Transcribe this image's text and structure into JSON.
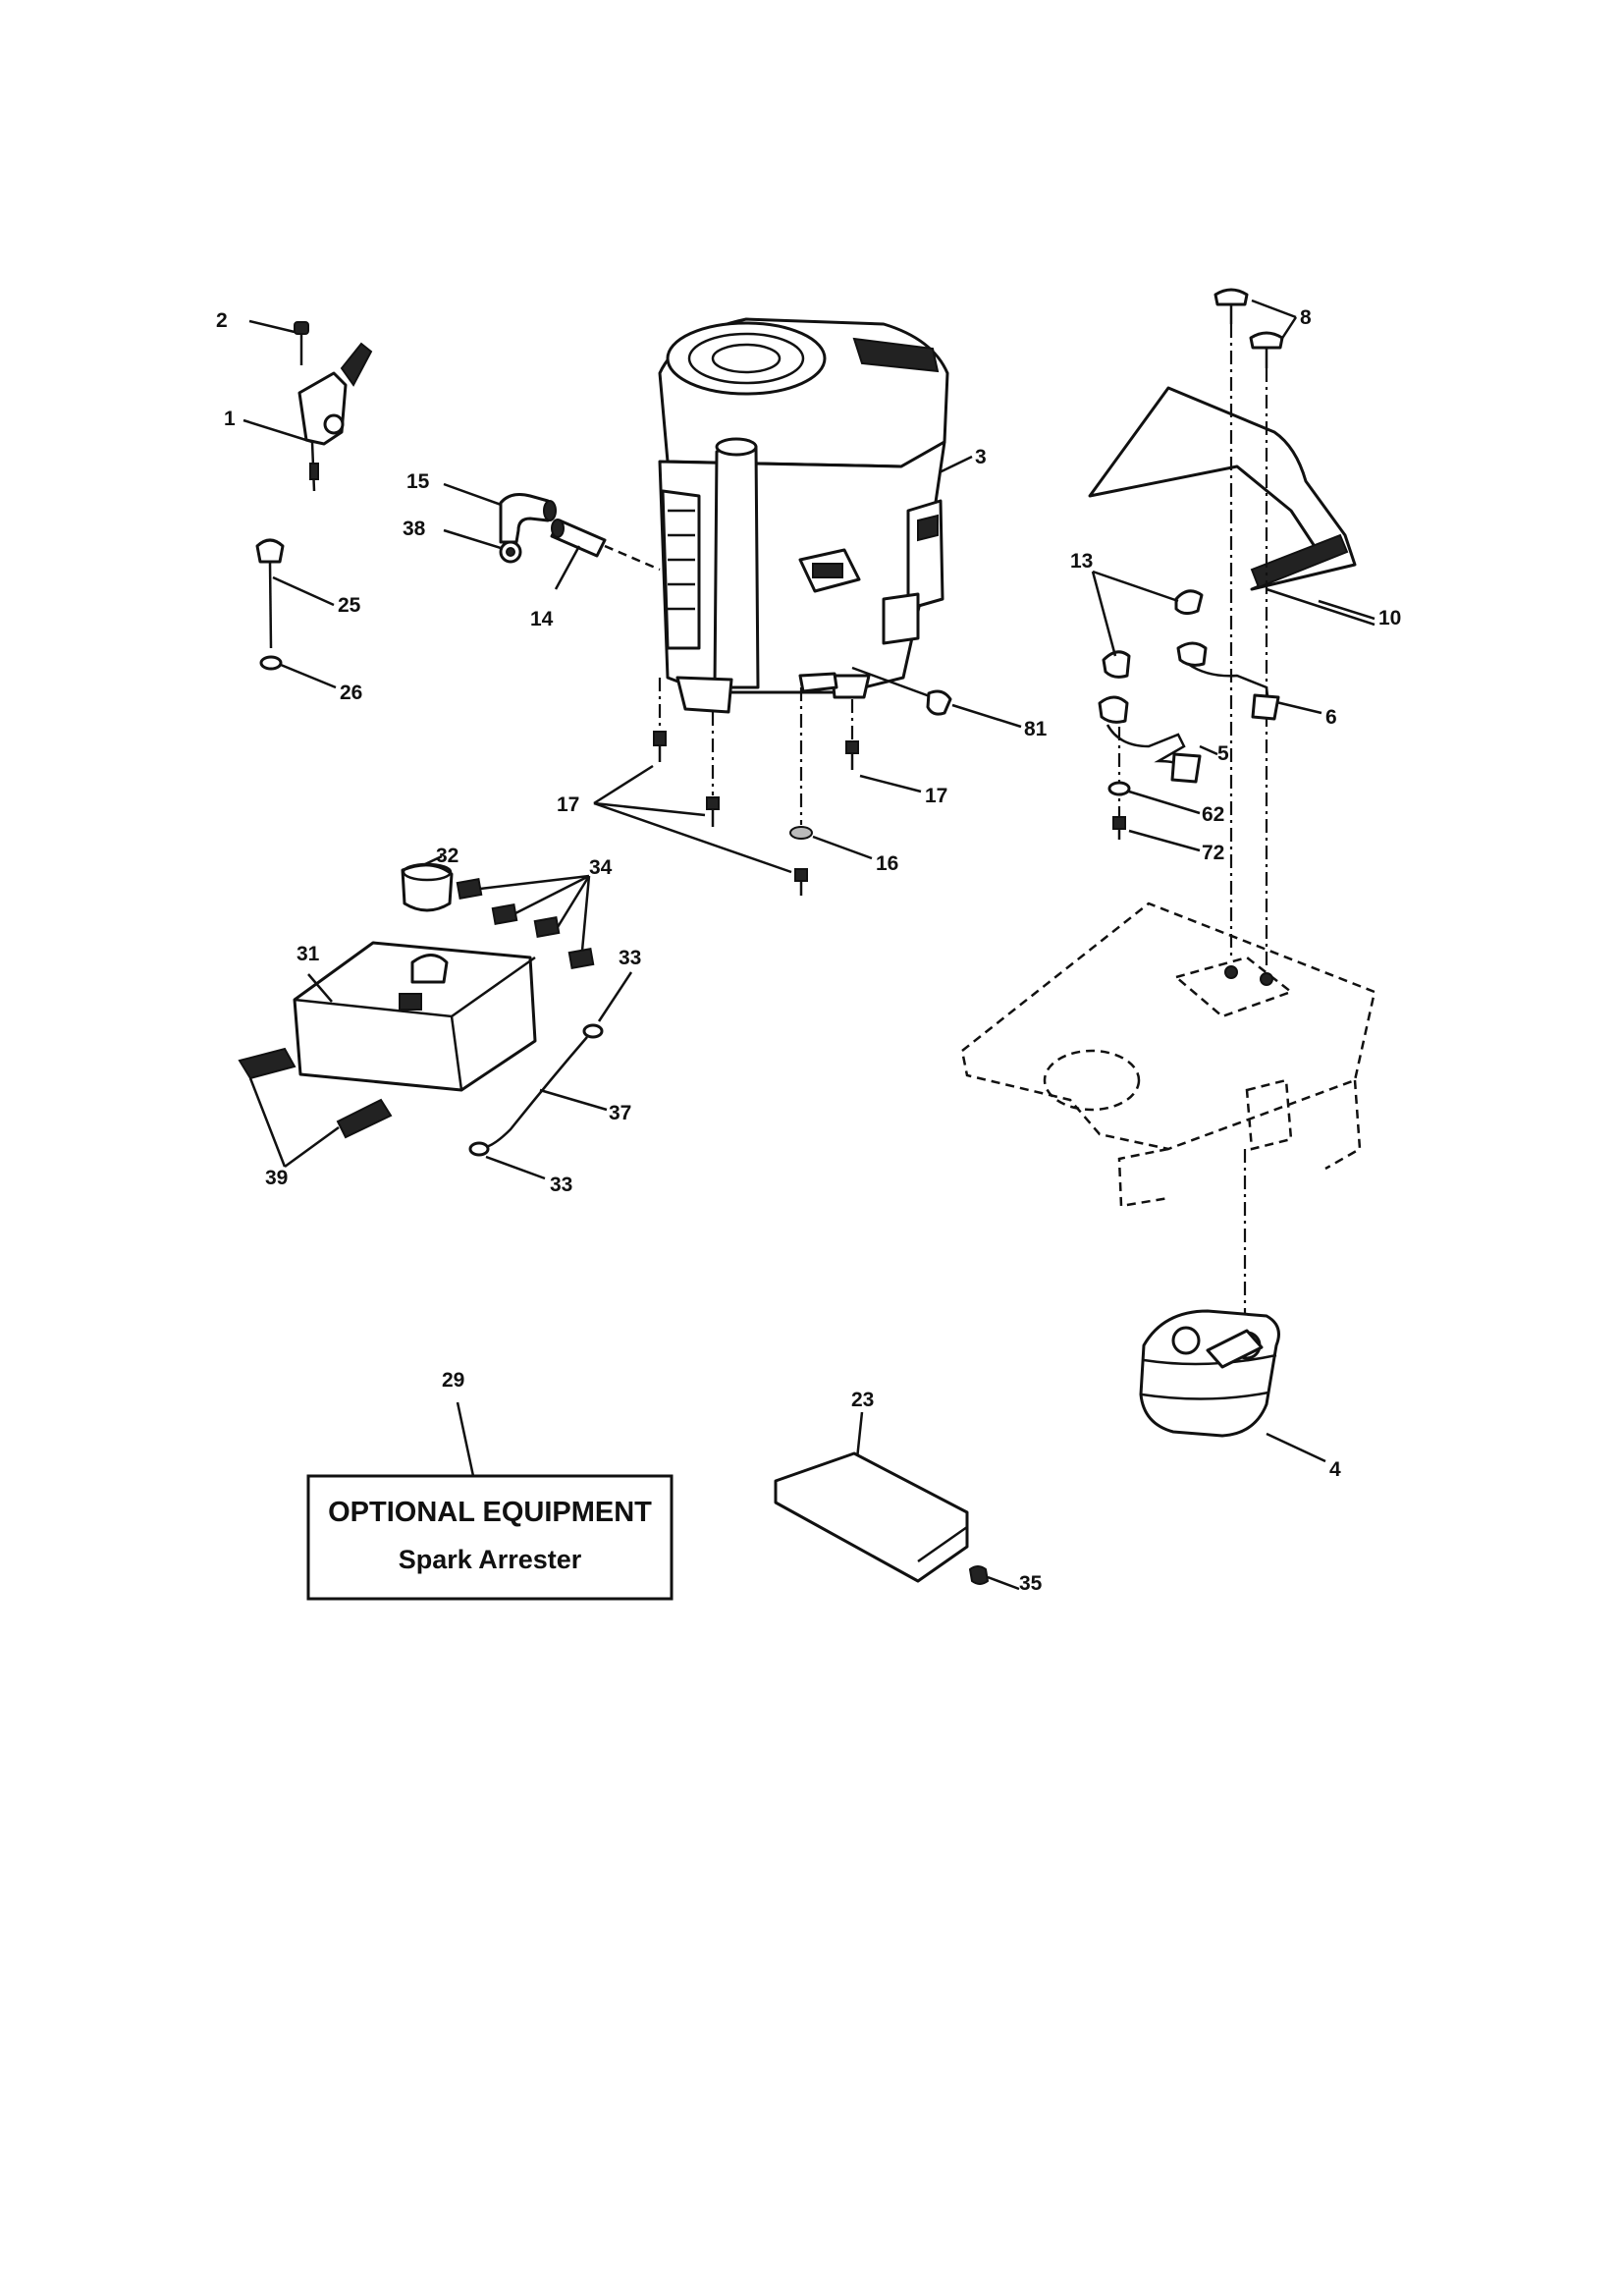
{
  "parts": [
    {
      "id": "p1",
      "callout": "1"
    },
    {
      "id": "p2",
      "callout": "2"
    },
    {
      "id": "p3",
      "callout": "3"
    },
    {
      "id": "p4",
      "callout": "4"
    },
    {
      "id": "p5",
      "callout": "5"
    },
    {
      "id": "p6",
      "callout": "6"
    },
    {
      "id": "p8",
      "callout": "8"
    },
    {
      "id": "p10",
      "callout": "10"
    },
    {
      "id": "p13",
      "callout": "13"
    },
    {
      "id": "p14",
      "callout": "14"
    },
    {
      "id": "p15",
      "callout": "15"
    },
    {
      "id": "p16",
      "callout": "16"
    },
    {
      "id": "p17a",
      "callout": "17"
    },
    {
      "id": "p17b",
      "callout": "17"
    },
    {
      "id": "p23",
      "callout": "23"
    },
    {
      "id": "p25",
      "callout": "25"
    },
    {
      "id": "p26",
      "callout": "26"
    },
    {
      "id": "p29",
      "callout": "29"
    },
    {
      "id": "p31",
      "callout": "31"
    },
    {
      "id": "p32",
      "callout": "32"
    },
    {
      "id": "p33a",
      "callout": "33"
    },
    {
      "id": "p33b",
      "callout": "33"
    },
    {
      "id": "p34",
      "callout": "34"
    },
    {
      "id": "p35",
      "callout": "35"
    },
    {
      "id": "p37",
      "callout": "37"
    },
    {
      "id": "p38",
      "callout": "38"
    },
    {
      "id": "p39",
      "callout": "39"
    },
    {
      "id": "p62",
      "callout": "62"
    },
    {
      "id": "p72",
      "callout": "72"
    },
    {
      "id": "p81",
      "callout": "81"
    }
  ],
  "optional_box": {
    "title": "OPTIONAL EQUIPMENT",
    "subtitle": "Spark Arrester"
  }
}
